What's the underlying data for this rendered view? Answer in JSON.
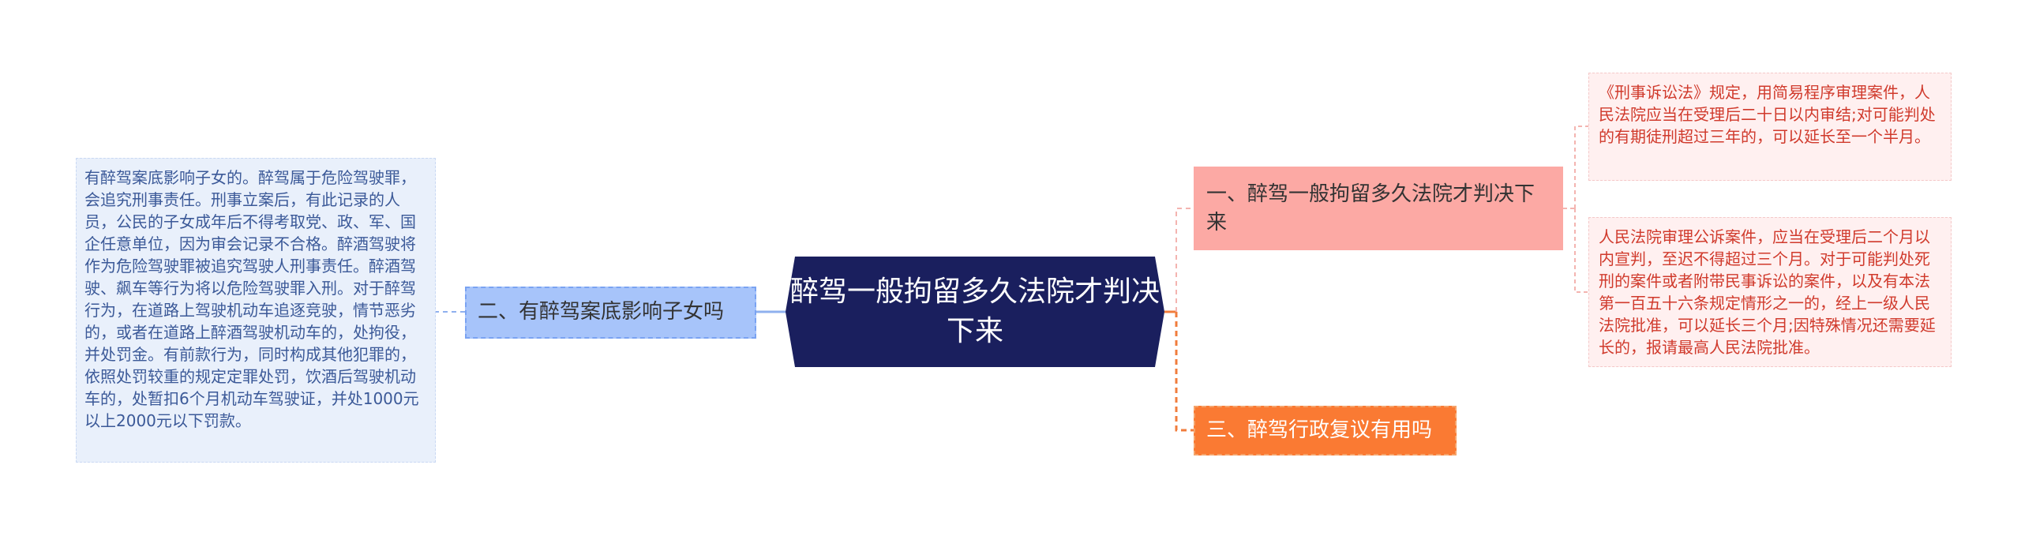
{
  "root": {
    "title": "醉驾一般拘留多久法院才判决下来"
  },
  "branches": [
    {
      "label": "一、醉驾一般拘留多久法院才判决下来"
    },
    {
      "label": "二、有醉驾案底影响子女吗"
    },
    {
      "label": "三、醉驾行政复议有用吗"
    }
  ],
  "leaves": [
    {
      "text": "《刑事诉讼法》规定，用简易程序审理案件，人民法院应当在受理后二十日以内审结;对可能判处的有期徒刑超过三年的，可以延长至一个半月。"
    },
    {
      "text": "人民法院审理公诉案件，应当在受理后二个月以内宣判，至迟不得超过三个月。对于可能判处死刑的案件或者附带民事诉讼的案件，以及有本法第一百五十六条规定情形之一的，经上一级人民法院批准，可以延长三个月;因特殊情况还需要延长的，报请最高人民法院批准。"
    },
    {
      "text": "有醉驾案底影响子女的。醉驾属于危险驾驶罪，会追究刑事责任。刑事立案后，有此记录的人员，公民的子女成年后不得考取党、政、军、国企任意单位，因为审会记录不合格。醉酒驾驶将作为危险驾驶罪被追究驾驶人刑事责任。醉酒驾驶、飙车等行为将以危险驾驶罪入刑。对于醉驾行为，在道路上驾驶机动车追逐竞驶，情节恶劣的，或者在道路上醉酒驾驶机动车的，处拘役，并处罚金。有前款行为，同时构成其他犯罪的，依照处罚较重的规定定罪处罚，饮酒后驾驶机动车的，处暂扣6个月机动车驾驶证，并处1000元以上2000元以下罚款。"
    }
  ],
  "colors": {
    "root_fill": "#1a1f5e",
    "branch1_fill": "#fca9a4",
    "branch2_fill": "#a7c4fa",
    "branch3_fill": "#fa7a33",
    "leaf_red_fill": "#fff0f0",
    "leaf_blue_fill": "#e9f0fb",
    "link_orange": "#f07c3c",
    "link_pink": "#f4b4b0",
    "link_blue": "#8fb0ee"
  }
}
